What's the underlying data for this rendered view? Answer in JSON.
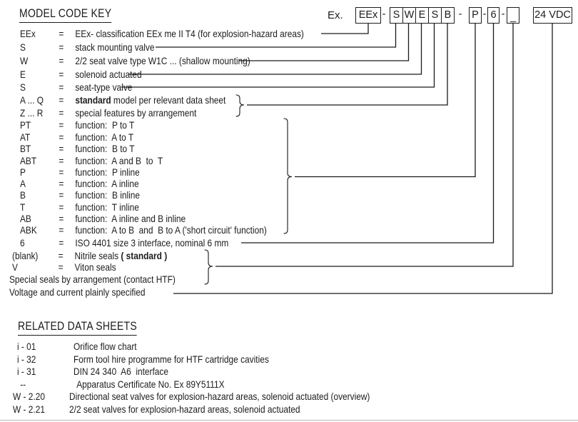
{
  "model_code_key": {
    "title": "MODEL CODE KEY",
    "example": {
      "label": "Ex.",
      "dash": "-",
      "boxes": [
        "EEx",
        "S",
        "W",
        "E",
        "S",
        "B",
        "P",
        "6",
        "_",
        "24 VDC"
      ]
    },
    "rows": [
      {
        "code": "EEx",
        "eq": "=",
        "desc": "EEx- classification EEx me II T4 (for explosion-hazard areas)"
      },
      {
        "code": "S",
        "eq": "=",
        "desc": "stack mounting valve"
      },
      {
        "code": "W",
        "eq": "=",
        "desc": "2/2 seat valve type W1C ... (shallow mounting)"
      },
      {
        "code": "E",
        "eq": "=",
        "desc": "solenoid actuated"
      },
      {
        "code": "S",
        "eq": "=",
        "desc": "seat-type valve"
      },
      {
        "code": "A ... Q",
        "eq": "=",
        "desc": "",
        "desc_bold": "standard",
        "desc_post": " model per relevant data sheet"
      },
      {
        "code": "Z ... R",
        "eq": "=",
        "desc": "special features by arrangement"
      },
      {
        "code": "PT",
        "eq": "=",
        "desc": "function:  P to T"
      },
      {
        "code": "AT",
        "eq": "=",
        "desc": "function:  A to T"
      },
      {
        "code": "BT",
        "eq": "=",
        "desc": "function:  B to T"
      },
      {
        "code": "ABT",
        "eq": "=",
        "desc": "function:  A and B  to  T"
      },
      {
        "code": "P",
        "eq": "=",
        "desc": "function:  P inline"
      },
      {
        "code": "A",
        "eq": "=",
        "desc": "function:  A inline"
      },
      {
        "code": "B",
        "eq": "=",
        "desc": "function:  B inline"
      },
      {
        "code": "T",
        "eq": "=",
        "desc": "function:  T inline"
      },
      {
        "code": "AB",
        "eq": "=",
        "desc": "function:  A inline and B inline"
      },
      {
        "code": "ABK",
        "eq": "=",
        "desc": "function:  A to B  and  B to A ('short circuit' function)"
      },
      {
        "code": "6",
        "eq": "=",
        "desc": "ISO 4401 size 3 interface, nominal 6 mm"
      },
      {
        "code": "(blank)",
        "eq": "=",
        "desc": "Nitrile seals ",
        "desc_bold": "( standard )"
      },
      {
        "code": "V",
        "eq": "=",
        "desc": "Viton seals"
      },
      {
        "text": "Special seals by arrangement (contact HTF)"
      },
      {
        "text": "Voltage and current plainly specified"
      }
    ]
  },
  "related_data_sheets": {
    "title": "RELATED DATA SHEETS",
    "rows": [
      {
        "code": "i - 01",
        "desc": "Orifice flow chart"
      },
      {
        "code": "i - 32",
        "desc": "Form tool hire programme for HTF cartridge cavities"
      },
      {
        "code": "i - 31",
        "desc": "DIN 24 340  A6  interface"
      },
      {
        "code": "--",
        "desc": "Apparatus Certificate No. Ex 89Y5111X"
      },
      {
        "code": "W - 2.20",
        "desc": "Directional seat valves for explosion-hazard areas, solenoid actuated (overview)"
      },
      {
        "code": "W - 2.21",
        "desc": "2/2 seat valves for explosion-hazard areas, solenoid actuated"
      }
    ]
  }
}
